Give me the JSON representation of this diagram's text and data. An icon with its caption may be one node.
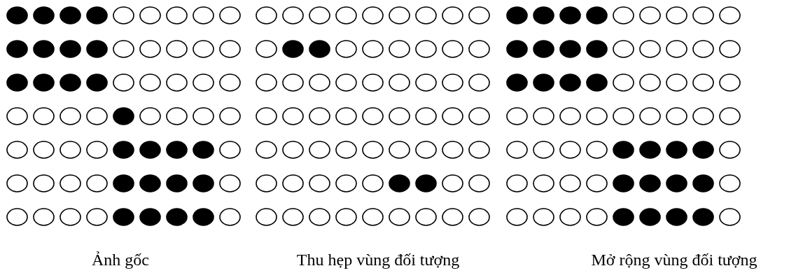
{
  "diagram": {
    "labels": [
      "Ảnh gốc",
      "Thu hẹp vùng đối tượng",
      "Mở rộng vùng đối tượng"
    ]
  }
}
